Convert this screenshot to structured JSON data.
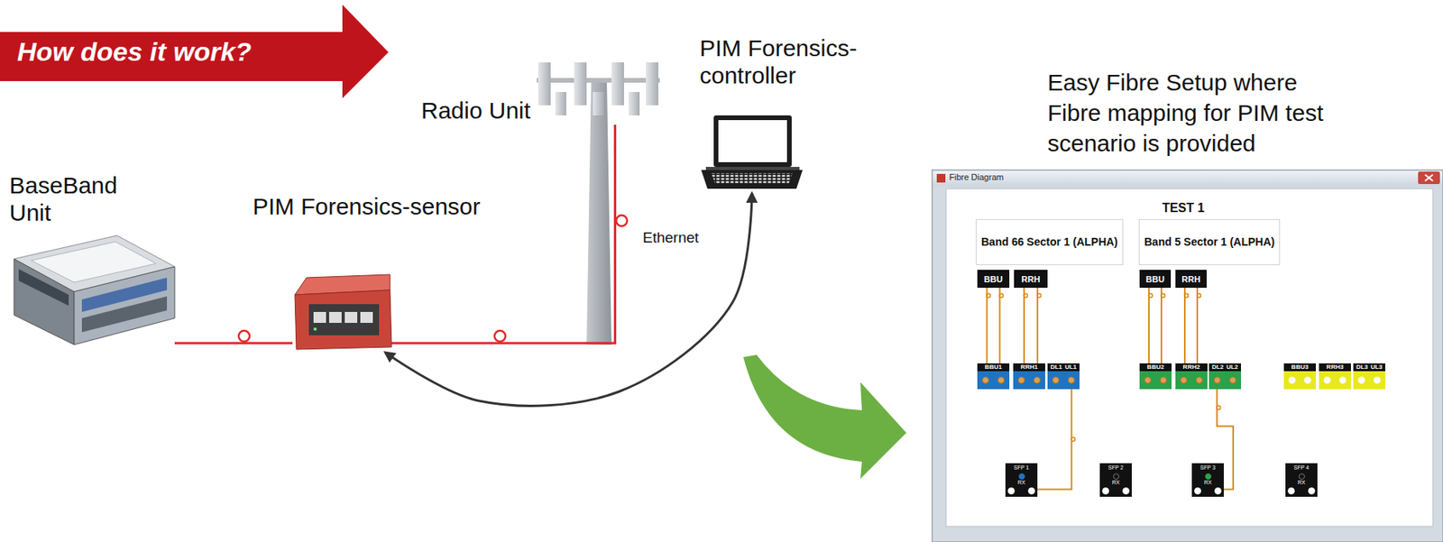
{
  "diagram": {
    "caption": "Easy Fibre Setup where Fibre mapping for PIM test scenario is provided",
    "nodes": [
      {
        "text": [
          "How does it work?"
        ]
      },
      {
        "text": [
          "BaseBand Unit"
        ]
      },
      {
        "text": [
          "PIM Forensics-sensor"
        ]
      },
      {
        "text": [
          "Radio Unit"
        ]
      },
      {
        "text": [
          "PIM Forensics-controller"
        ]
      },
      {
        "text": [
          "Fibre Diagram",
          "TEST 1"
        ]
      },
      {
        "text": [
          "Band 66 Sector 1 (ALPHA)"
        ],
        "in": 5
      },
      {
        "text": [
          "BBU"
        ],
        "in": 5
      },
      {
        "text": [
          "RRH"
        ],
        "in": 5
      },
      {
        "text": [
          "Band 5 Sector 1 (ALPHA)"
        ],
        "in": 5
      },
      {
        "text": [
          "BBU"
        ],
        "in": 5
      },
      {
        "text": [
          "RRH"
        ],
        "in": 5
      },
      {
        "text": [
          "BBU1"
        ],
        "in": 5
      },
      {
        "text": [
          "RRH1"
        ],
        "in": 5
      },
      {
        "text": [
          "DL1",
          "UL1"
        ],
        "in": 5
      },
      {
        "text": [
          "BBU2"
        ],
        "in": 5
      },
      {
        "text": [
          "RRH2"
        ],
        "in": 5
      },
      {
        "text": [
          "DL2",
          "UL2"
        ],
        "in": 5
      },
      {
        "text": [
          "BBU3"
        ],
        "in": 5
      },
      {
        "text": [
          "RRH3"
        ],
        "in": 5
      },
      {
        "text": [
          "DL3",
          "UL3"
        ],
        "in": 5
      },
      {
        "text": [
          "SFP 1",
          "RX"
        ],
        "in": 5
      },
      {
        "text": [
          "SFP 2",
          "RX"
        ],
        "in": 5
      },
      {
        "text": [
          "SFP 3",
          "RX"
        ],
        "in": 5
      },
      {
        "text": [
          "SFP 4",
          "RX"
        ],
        "in": 5
      }
    ],
    "edges": [
      {
        "from": 1,
        "to": 2,
        "arrow": "none"
      },
      {
        "from": 2,
        "to": 3,
        "arrow": "none"
      },
      {
        "from": 2,
        "to": 4,
        "label": "Ethernet",
        "arrow": "both"
      },
      {
        "from": 7,
        "to": 12,
        "arrow": "none"
      },
      {
        "from": 7,
        "to": 12,
        "arrow": "none"
      },
      {
        "from": 8,
        "to": 13,
        "arrow": "none"
      },
      {
        "from": 8,
        "to": 13,
        "arrow": "none"
      },
      {
        "from": 14,
        "to": 21,
        "arrow": "none"
      },
      {
        "from": 10,
        "to": 15,
        "arrow": "none"
      },
      {
        "from": 10,
        "to": 15,
        "arrow": "none"
      },
      {
        "from": 11,
        "to": 16,
        "arrow": "none"
      },
      {
        "from": 11,
        "to": 16,
        "arrow": "none"
      },
      {
        "from": 17,
        "to": 23,
        "arrow": "none"
      }
    ]
  }
}
